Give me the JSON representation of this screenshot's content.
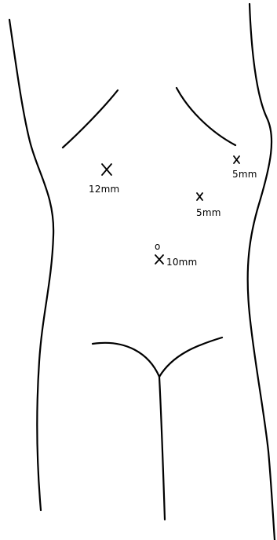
{
  "ports": [
    {
      "label": "12mm",
      "symbol": "x"
    },
    {
      "label": "5mm",
      "symbol": "x"
    },
    {
      "label": "5mm",
      "symbol": "x"
    },
    {
      "label": "10mm",
      "symbol": "x",
      "umbilicus_marker": "o"
    }
  ],
  "colors": {
    "stroke": "#000000",
    "background": "#ffffff"
  }
}
